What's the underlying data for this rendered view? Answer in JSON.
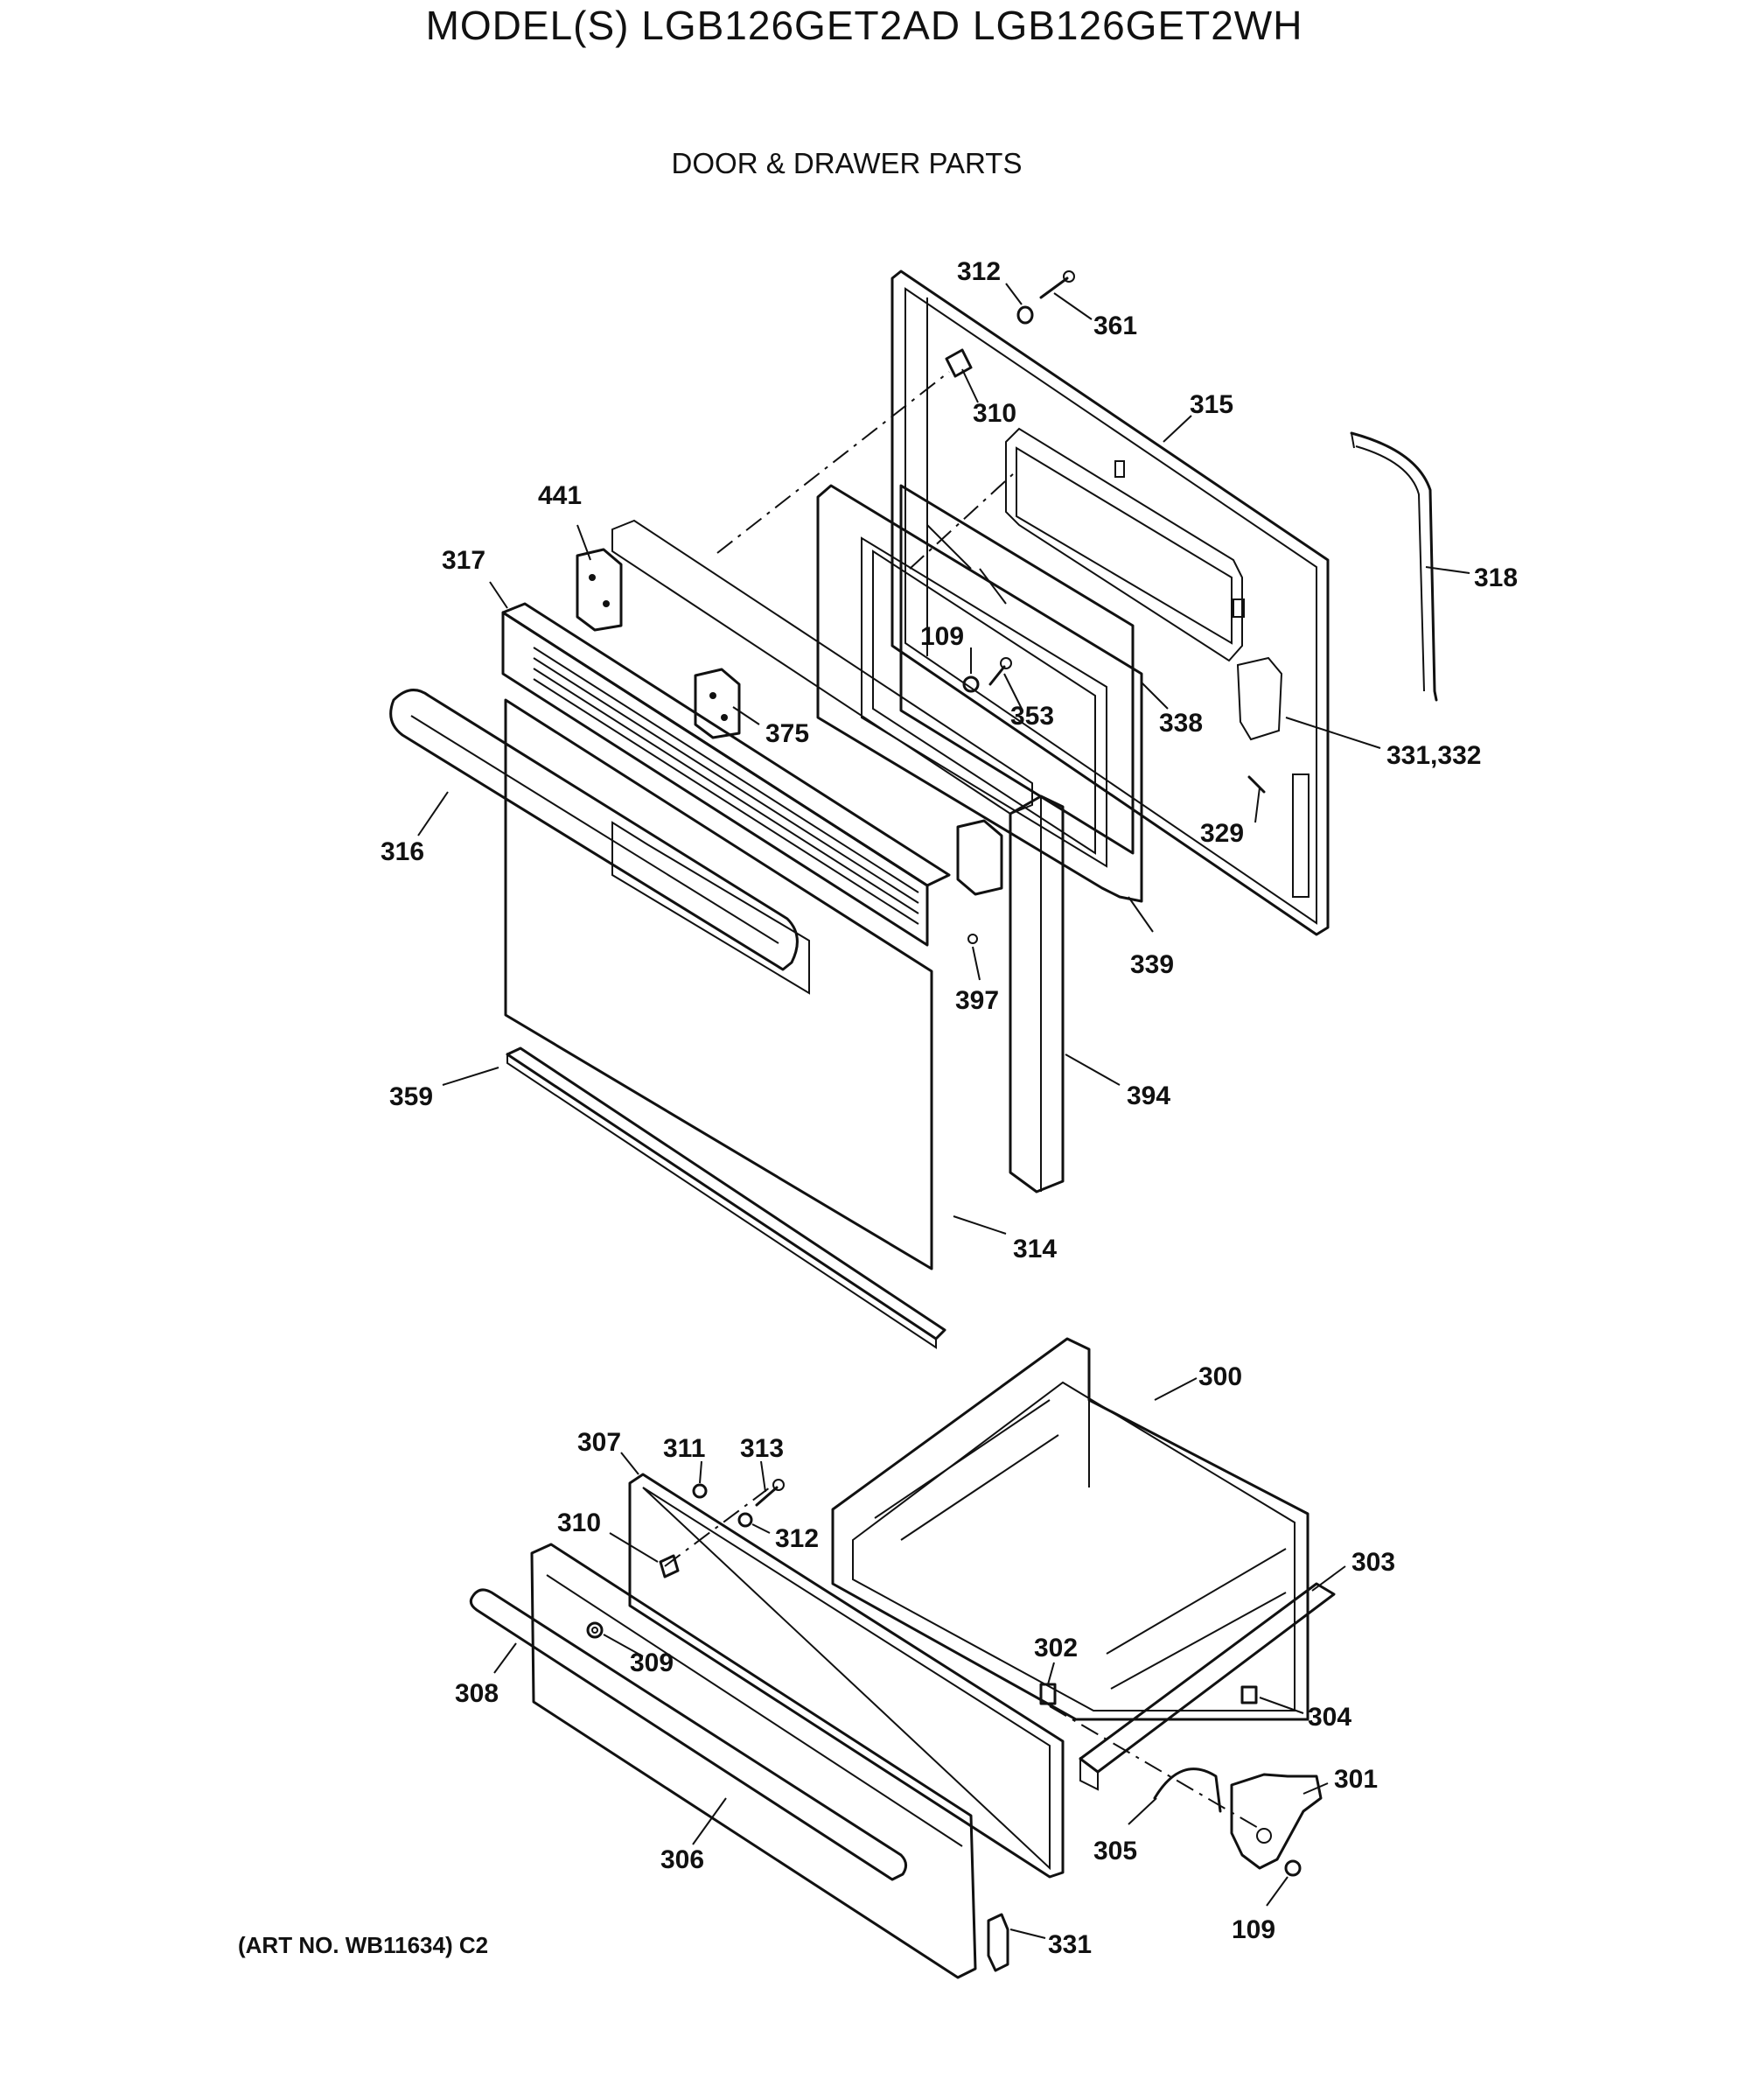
{
  "header": {
    "model_title": "MODEL(S) LGB126GET2AD  LGB126GET2WH",
    "section_title": "DOOR & DRAWER PARTS"
  },
  "footer": {
    "art_number": "(ART NO. WB11634) C2"
  },
  "part_labels": {
    "p312_top": "312",
    "p361": "361",
    "p310_top": "310",
    "p315": "315",
    "p318": "318",
    "p441": "441",
    "p317": "317",
    "p109_top": "109",
    "p353": "353",
    "p338": "338",
    "p331_332": "331,332",
    "p375": "375",
    "p316": "316",
    "p329": "329",
    "p339": "339",
    "p397": "397",
    "p359": "359",
    "p394": "394",
    "p314": "314",
    "p300": "300",
    "p307": "307",
    "p311": "311",
    "p313": "313",
    "p310_bottom": "310",
    "p312_bottom": "312",
    "p303": "303",
    "p302": "302",
    "p309": "309",
    "p308": "308",
    "p304": "304",
    "p301": "301",
    "p305": "305",
    "p306": "306",
    "p109_bottom": "109",
    "p331": "331"
  }
}
